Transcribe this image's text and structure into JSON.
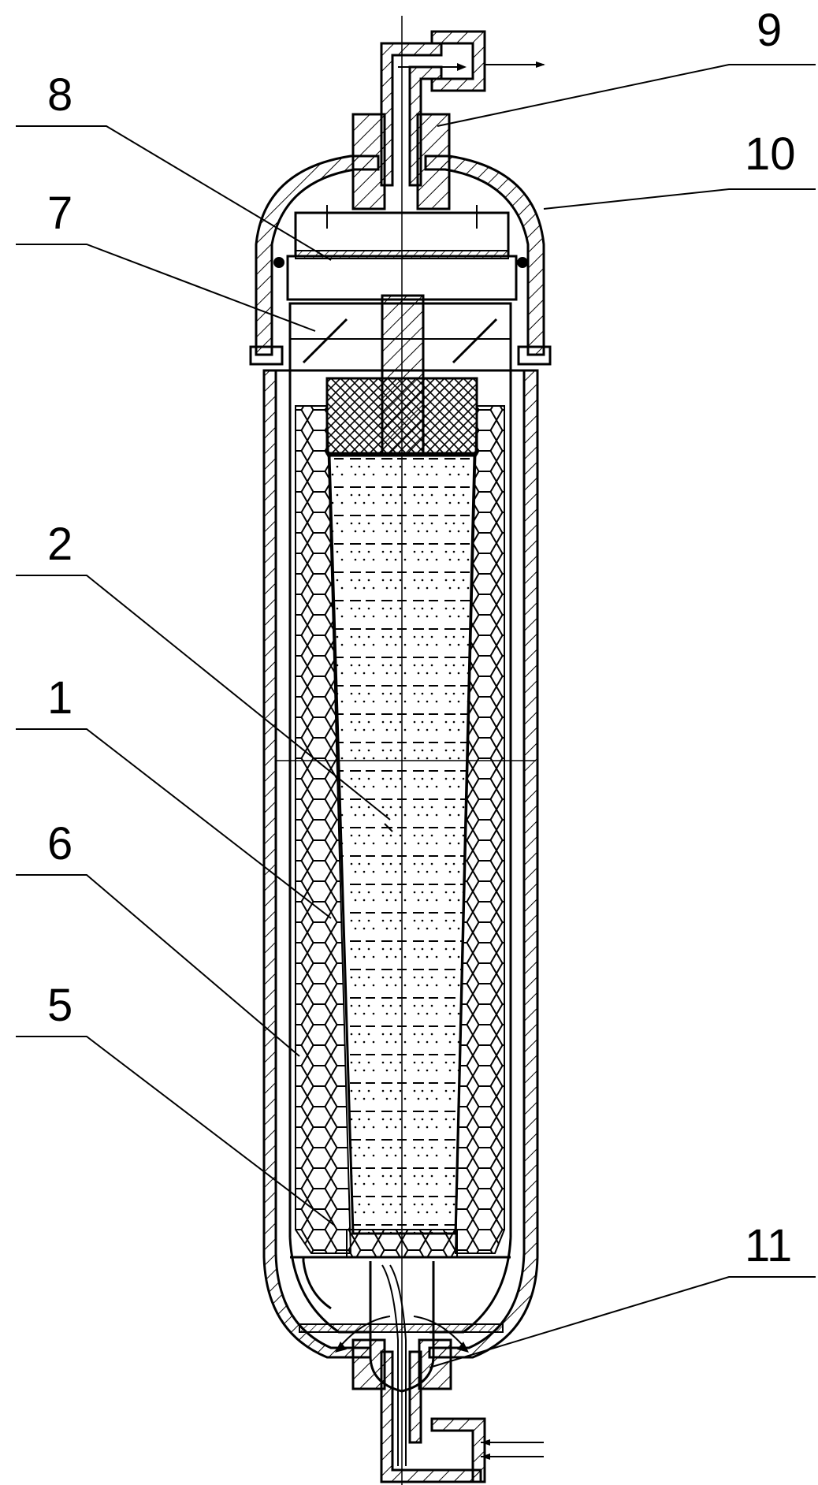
{
  "labels": {
    "l1": "1",
    "l2": "2",
    "l5": "5",
    "l6": "6",
    "l7": "7",
    "l8": "8",
    "l9": "9",
    "l10": "10",
    "l11": "11"
  }
}
